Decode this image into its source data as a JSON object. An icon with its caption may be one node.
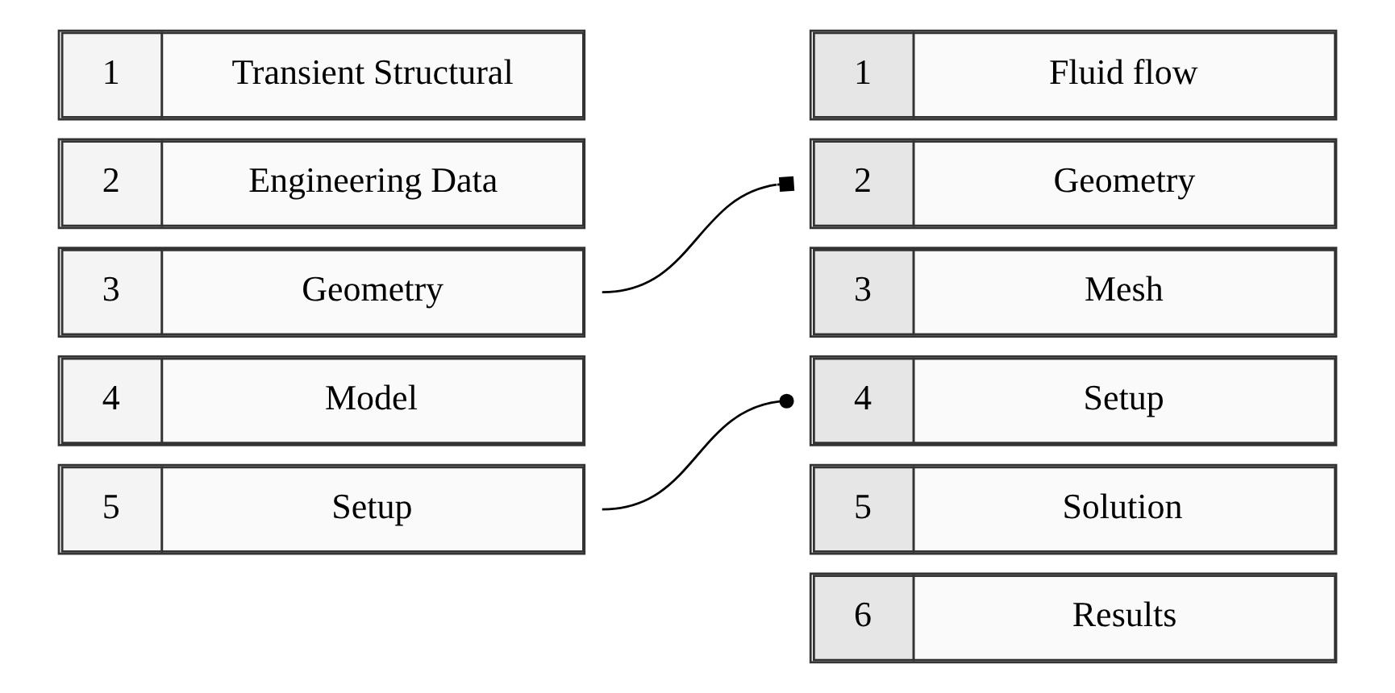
{
  "diagram": {
    "nodes": [
      {
        "text": [
          "1",
          "Transient Structural"
        ]
      },
      {
        "text": [
          "2",
          "Engineering Data"
        ]
      },
      {
        "text": [
          "3",
          "Geometry"
        ]
      },
      {
        "text": [
          "4",
          "Model"
        ]
      },
      {
        "text": [
          "5",
          "Setup"
        ]
      },
      {
        "text": [
          "1",
          "Fluid flow"
        ]
      },
      {
        "text": [
          "2",
          "Geometry"
        ]
      },
      {
        "text": [
          "3",
          "Mesh"
        ]
      },
      {
        "text": [
          "4",
          "Setup"
        ]
      },
      {
        "text": [
          "5",
          "Solution"
        ]
      },
      {
        "text": [
          "6",
          "Results"
        ]
      }
    ],
    "edges": [
      {
        "from": 2,
        "to": 6,
        "arrow": "other"
      },
      {
        "from": 4,
        "to": 8,
        "arrow": "other"
      }
    ]
  }
}
